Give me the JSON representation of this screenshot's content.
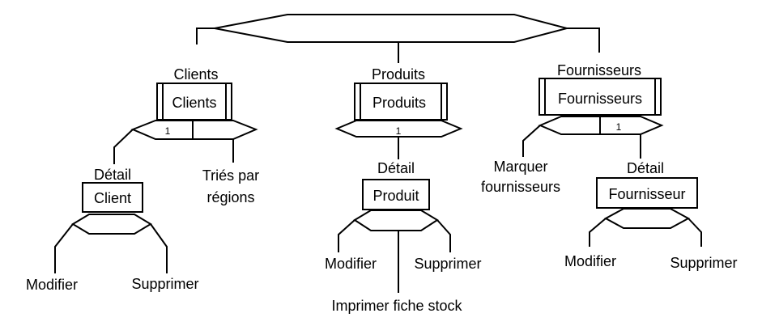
{
  "diagram": {
    "nodes": {
      "clients": {
        "title": "Clients",
        "box_label": "Clients",
        "selector_label": "1"
      },
      "produits": {
        "title": "Produits",
        "box_label": "Produits",
        "selector_label": "1"
      },
      "fournisseurs": {
        "title": "Fournisseurs",
        "box_label": "Fournisseurs",
        "selector_label": "1"
      },
      "detail_client": {
        "title": "Détail",
        "box_label": "Client"
      },
      "detail_produit": {
        "title": "Détail",
        "box_label": "Produit"
      },
      "detail_fournisseur": {
        "title": "Détail",
        "box_label": "Fournisseur"
      }
    },
    "actions": {
      "tries_par_regions": [
        "Triés par",
        "régions"
      ],
      "marquer_fournisseurs": [
        "Marquer",
        "fournisseurs"
      ],
      "client_modifier": "Modifier",
      "client_supprimer": "Supprimer",
      "produit_modifier": "Modifier",
      "produit_supprimer": "Supprimer",
      "produit_imprimer": "Imprimer fiche stock",
      "fournisseur_modifier": "Modifier",
      "fournisseur_supprimer": "Supprimer"
    }
  }
}
